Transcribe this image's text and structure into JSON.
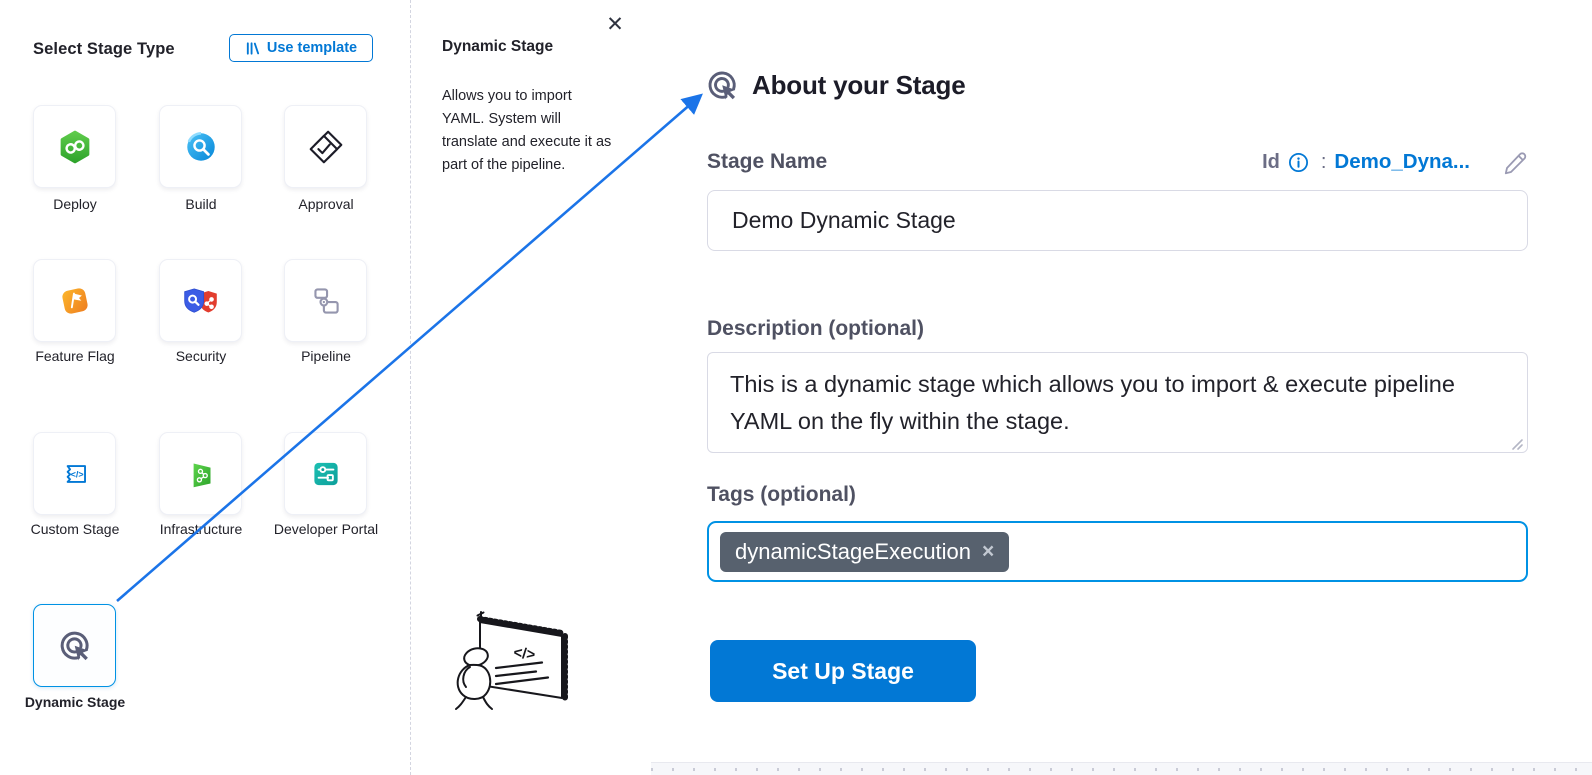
{
  "left_panel": {
    "title": "Select Stage Type",
    "use_template_label": "Use template",
    "tiles": [
      {
        "label": "Deploy",
        "icon": "deploy-icon"
      },
      {
        "label": "Build",
        "icon": "build-icon"
      },
      {
        "label": "Approval",
        "icon": "approval-icon"
      },
      {
        "label": "Feature Flag",
        "icon": "feature-flag-icon"
      },
      {
        "label": "Security",
        "icon": "security-icon"
      },
      {
        "label": "Pipeline",
        "icon": "pipeline-icon"
      },
      {
        "label": "Custom Stage",
        "icon": "custom-stage-icon"
      },
      {
        "label": "Infrastructure",
        "icon": "infrastructure-icon"
      },
      {
        "label": "Developer Portal",
        "icon": "developer-portal-icon"
      },
      {
        "label": "Dynamic Stage",
        "icon": "dynamic-stage-icon",
        "selected": true
      }
    ]
  },
  "help_panel": {
    "title": "Dynamic Stage",
    "description": "Allows you to import YAML. System will translate and execute it as part of the pipeline.",
    "close_glyph": "✕"
  },
  "form": {
    "title": "About your Stage",
    "name_label": "Stage Name",
    "id_label": "Id",
    "id_colon": ":",
    "id_value": "Demo_Dyna...",
    "name_value": "Demo Dynamic Stage",
    "description_label": "Description (optional)",
    "description_value": "This is a dynamic stage which allows you to import & execute pipeline YAML on the fly within the stage.",
    "tags_label": "Tags (optional)",
    "tags": [
      {
        "label": "dynamicStageExecution",
        "remove_glyph": "×"
      }
    ],
    "submit_label": "Set Up Stage"
  },
  "icons": {
    "code_glyph": "</>"
  },
  "colors": {
    "primary": "#0278d5",
    "focus_border": "#0092e4",
    "arrow": "#1b74e8",
    "tag_bg": "#57616e"
  }
}
